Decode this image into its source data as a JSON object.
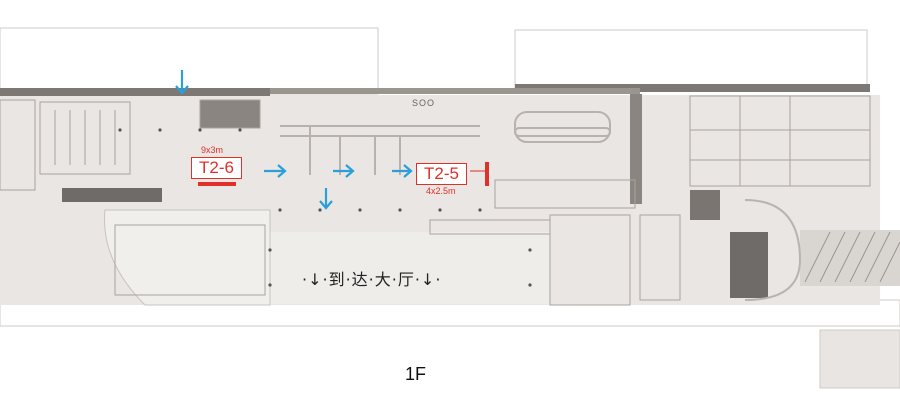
{
  "floor_label": "1F",
  "spots": [
    {
      "name": "T2-6",
      "size": "9x3m"
    },
    {
      "name": "T2-5",
      "size": "4x2.5m"
    }
  ],
  "hall_label": "·↓·到·达·大·厅·↓·",
  "sign_text": "SOO",
  "colors": {
    "highlight": "#e0302a",
    "arrow": "#2a9fd8",
    "floor": "#e9e6e3",
    "wall": "#6f6b68",
    "outline": "#c8c3bf"
  }
}
